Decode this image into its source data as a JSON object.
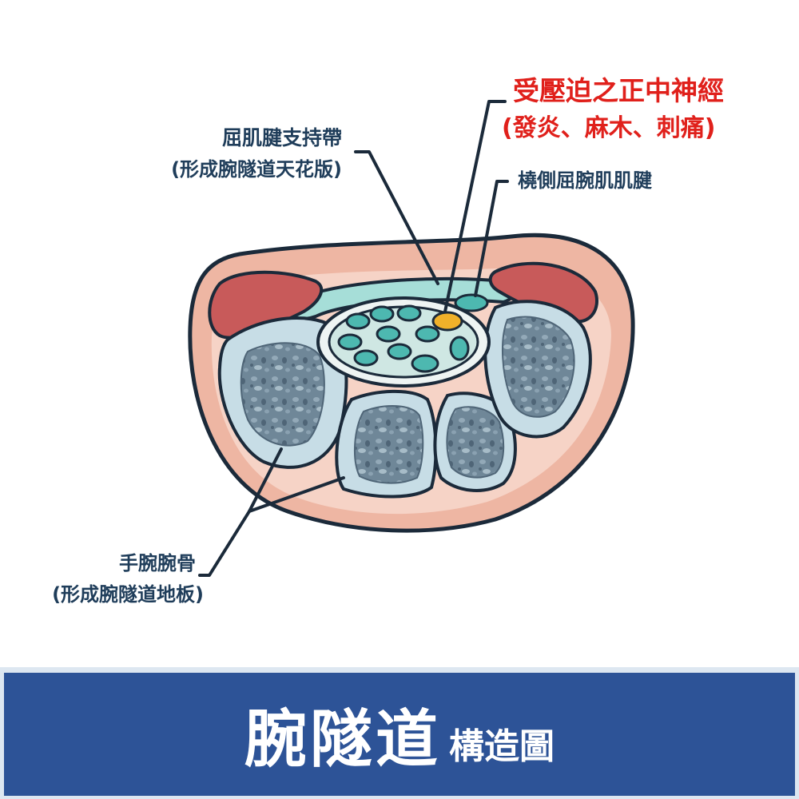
{
  "colors": {
    "outline": "#1b2a3a",
    "skin": "#eeb6a3",
    "muscle": "#c85a5a",
    "bone_fill": "#c7dde6",
    "bone_core": "#5f7a8c",
    "tendon": "#4db8b0",
    "nerve": "#f0b12a",
    "ligament": "#a6ded8",
    "label_dark": "#1f3d5a",
    "label_red": "#e0201b",
    "footer_bg": "#2d5397"
  },
  "labels": {
    "retinaculum_line1": "屈肌腱支持帶",
    "retinaculum_line2": "(形成腕隧道天花版)",
    "median_nerve_line1": "受壓迫之正中神經",
    "median_nerve_line2": "(發炎、麻木、刺痛)",
    "fcr_tendon": "橈側屈腕肌肌腱",
    "carpal_bones_line1": "手腕腕骨",
    "carpal_bones_line2": "(形成腕隧道地板)"
  },
  "footer": {
    "title_main": "腕隧道",
    "title_sub": "構造圖"
  }
}
